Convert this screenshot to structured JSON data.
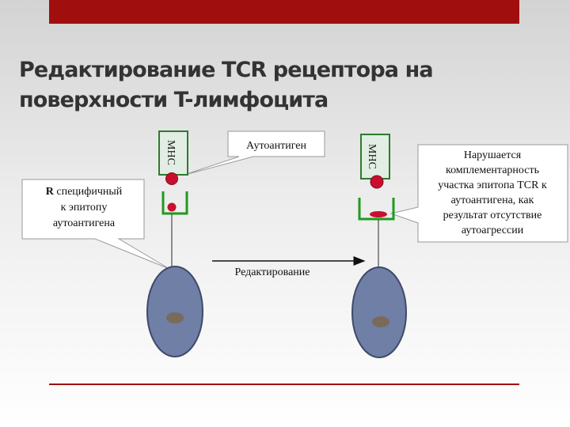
{
  "slide": {
    "title": "Редактирование TCR рецептора на поверхности T-лимфоцита",
    "colors": {
      "accent": "#a10e0e",
      "mhc_fill": "#e2ede4",
      "mhc_border": "#2f7a2f",
      "cell_fill": "#6f7fa6",
      "cell_border": "#3f4a6a",
      "antigen": "#c8102e",
      "receptor": "#1f9a1f"
    }
  },
  "diagram": {
    "left_mhc_label": "MHC",
    "right_mhc_label": "MHC",
    "callout_autoantigen": "Аутоантиген",
    "callout_receptor": {
      "bold": "R",
      "line1": " специфичный",
      "line2": "к эпитопу",
      "line3": "аутоантигена"
    },
    "callout_result": [
      "Нарушается",
      "комплементарность",
      "участка эпитопа TCR к",
      "аутоантигена, как",
      "результат отсутствие",
      "аутоагрессии"
    ],
    "arrow_label": "Редактирование"
  }
}
